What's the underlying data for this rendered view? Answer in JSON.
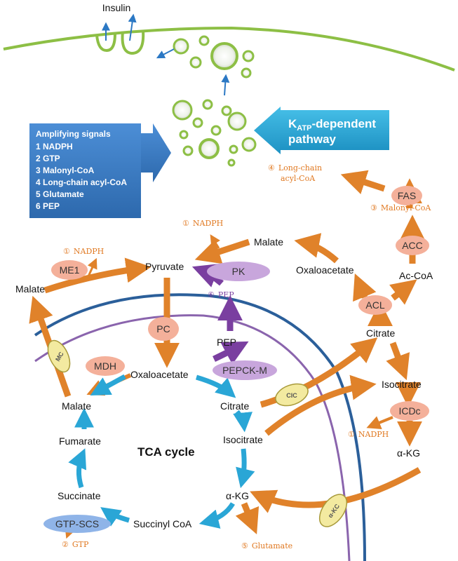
{
  "colors": {
    "membrane_green": "#8dbf45",
    "mito_outer": "#2b5f9a",
    "mito_inner": "#8a64ad",
    "orange_arrow": "#e0822a",
    "blue_arrow": "#2aa6d6",
    "purple_arrow": "#7a3fa0",
    "enzyme_oval": "#f4b09a",
    "purple_oval": "#c8a6dc",
    "blue_oval": "#8fb4e8",
    "amplify_box": "#3a7dc4",
    "katp_box": "#2aa6d6"
  },
  "top": {
    "insulin": "Insulin"
  },
  "amplifying": {
    "title": "Amplifying signals",
    "items": [
      "1 NADPH",
      "2 GTP",
      "3 Malonyl-CoA",
      "4 Long-chain acyl-CoA",
      "5 Glutamate",
      "6 PEP"
    ]
  },
  "katp": {
    "k": "K",
    "sub": "ATP",
    "line1_rest": "-dependent",
    "line2": "pathway"
  },
  "circled": {
    "n1": "①",
    "n2": "②",
    "n3": "③",
    "n4": "④",
    "n5": "⑤",
    "n6": "⑥"
  },
  "signals": {
    "lc_acyl_1": "Long-chain",
    "lc_acyl_2": "acyl-CoA",
    "malonyl": "Malonyl-CoA",
    "nadph": "NADPH",
    "pep": "PEP",
    "glutamate": "Glutamate",
    "gtp": "GTP"
  },
  "enzymes": {
    "fas": "FAS",
    "acc": "ACC",
    "acl": "ACL",
    "me1": "ME1",
    "pk": "PK",
    "pc": "PC",
    "mdh": "MDH",
    "pepck": "PEPCK-M",
    "icdc": "ICDc",
    "gtp_scs": "GTP-SCS"
  },
  "transporters": {
    "mc": "MC",
    "cic": "CIC",
    "akc": "α-KC"
  },
  "metabolites": {
    "malate_cyto": "Malate",
    "pyruvate": "Pyruvate",
    "malate_top": "Malate",
    "oxaloacetate_cyto": "Oxaloacetate",
    "ac_coa": "Ac-CoA",
    "citrate_cyto": "Citrate",
    "isocitrate_cyto": "Isocitrate",
    "akg_cyto": "α-KG",
    "pep_mito": "PEP",
    "oxaloacetate_mito": "Oxaloacetate",
    "malate_mito": "Malate",
    "fumarate": "Fumarate",
    "succinate": "Succinate",
    "succinyl_coa": "Succinyl  CoA",
    "citrate_mito": "Citrate",
    "isocitrate_mito": "Isocitrate",
    "akg_mito": "α-KG"
  },
  "tca_label": "TCA cycle"
}
